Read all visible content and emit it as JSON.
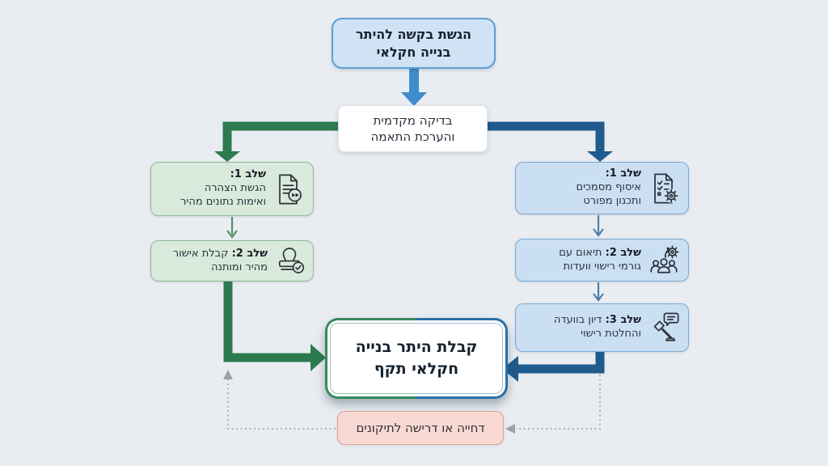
{
  "flow": {
    "start": {
      "line1": "הגשת בקשה להיתר",
      "line2": "בנייה חקלאי"
    },
    "check": {
      "line1": "בדיקה מקדמית",
      "line2": "והערכת התאמה"
    },
    "fast_track": {
      "step1": {
        "title": "שלב 1:",
        "line1": "הגשת הצהרה",
        "line2": "ואימות נתונים מהיר",
        "icon": "document-fast-forward-icon"
      },
      "step2": {
        "title": "שלב 2:",
        "title_rest": "קבלת אישור",
        "line2": "מהיר ומותנה",
        "icon": "stamp-approval-icon"
      }
    },
    "full_track": {
      "step1": {
        "title": "שלב 1:",
        "line1": "איסוף מסמכים",
        "line2": "ותכנון מפורט",
        "icon": "document-gear-icon"
      },
      "step2": {
        "title": "שלב 2:",
        "title_rest": "תיאום עם",
        "line2": "גורמי רישוי וועדות",
        "icon": "people-sync-gear-icon"
      },
      "step3": {
        "title": "שלב 3:",
        "title_rest": "דיון בוועדה",
        "line2": "והחלטת רישוי",
        "icon": "gavel-speech-icon"
      }
    },
    "final": {
      "line1": "קבלת היתר בנייה",
      "line2": "חקלאי תקף"
    },
    "reject": {
      "label": "דחייה או דרישה לתיקונים"
    }
  },
  "colors": {
    "background": "#e9edf1",
    "start_fill": "#cfe3f4",
    "start_border": "#5f9ed6",
    "top_arrow": "#3e8ccc",
    "fast_track_line": "#2d7a4f",
    "fast_box_fill": "#d9e9db",
    "fast_box_border": "#8cba97",
    "full_track_line": "#1f5b8d",
    "full_box_fill": "#cbdff2",
    "full_box_border": "#7aa9d8",
    "final_border_left": "#35885d",
    "final_border_right": "#2a6ea6",
    "reject_fill": "#f8d9d3",
    "reject_border": "#dda49b",
    "dashed_line": "#9aa1a9"
  },
  "icons": [
    "document-fast-forward-icon",
    "stamp-approval-icon",
    "document-gear-icon",
    "people-sync-gear-icon",
    "gavel-speech-icon"
  ]
}
